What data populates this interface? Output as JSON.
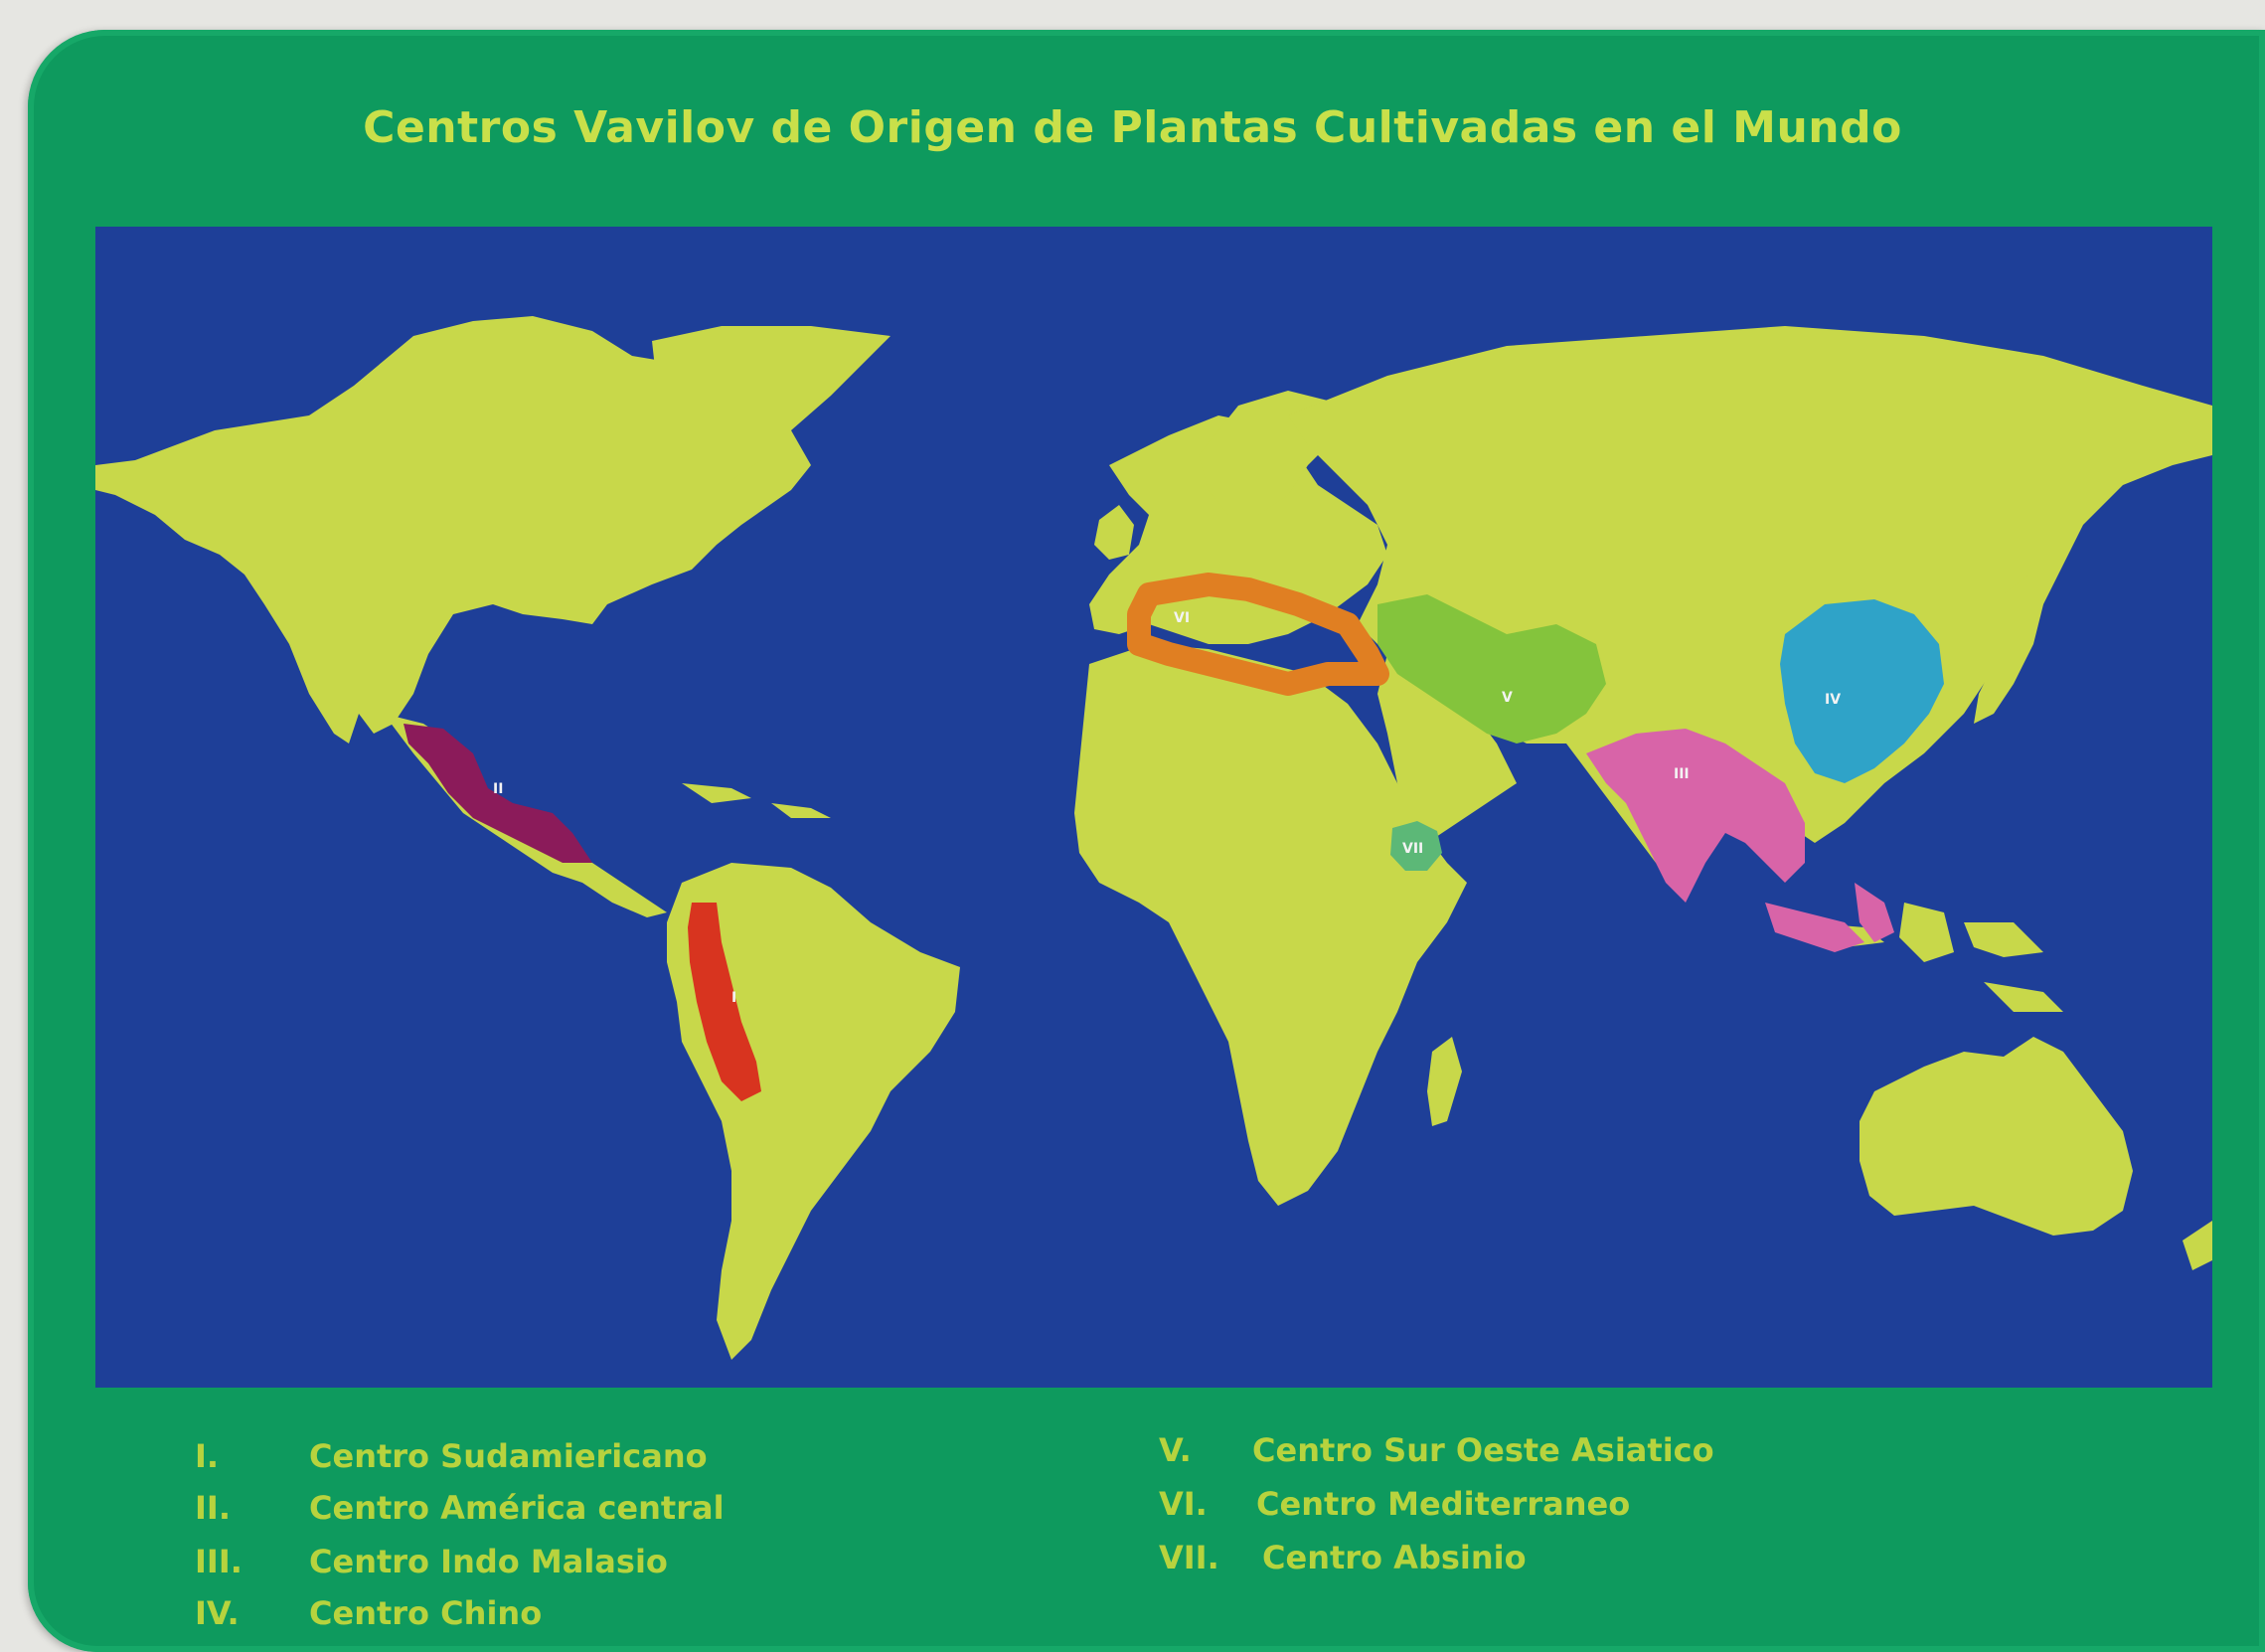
{
  "title": "Centros Vavilov de Origen de Plantas Cultivadas en el Mundo",
  "colors": {
    "frame": "#0e9a5e",
    "ocean": "#1e3f98",
    "land": "#c8d84a",
    "text": "#b7d33e"
  },
  "legend": {
    "left": [
      {
        "numeral": "I.",
        "label": "Centro Sudamiericano"
      },
      {
        "numeral": "II.",
        "label": "Centro América central"
      },
      {
        "numeral": "III.",
        "label": "Centro Indo Malasio"
      },
      {
        "numeral": "IV.",
        "label": "Centro Chino"
      }
    ],
    "right": [
      {
        "numeral": "V.",
        "label": "Centro Sur Oeste Asiatico"
      },
      {
        "numeral": "VI.",
        "label": "Centro Mediterraneo"
      },
      {
        "numeral": "VII.",
        "label": "Centro Absinio"
      }
    ]
  },
  "regions": [
    {
      "id": "I",
      "label": "I",
      "color": "#d8341f"
    },
    {
      "id": "II",
      "label": "II",
      "color": "#8b1b5a"
    },
    {
      "id": "III",
      "label": "III",
      "color": "#d864a8"
    },
    {
      "id": "IV",
      "label": "IV",
      "color": "#2fa3c8"
    },
    {
      "id": "V",
      "label": "V",
      "color": "#84c43c"
    },
    {
      "id": "VI",
      "label": "VI",
      "color": "#e07f22"
    },
    {
      "id": "VII",
      "label": "VII",
      "color": "#5cb877"
    }
  ]
}
